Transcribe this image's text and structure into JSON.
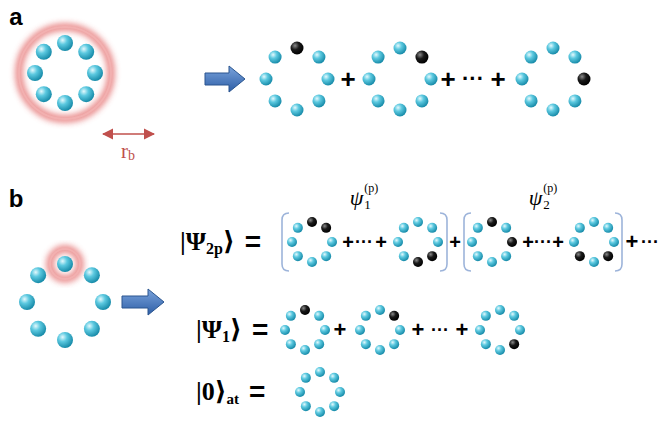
{
  "diagram": {
    "labels": [
      "a",
      "r",
      "b",
      "+",
      "+",
      "···",
      "+",
      "b",
      "|Ψ",
      "2p",
      "⟩",
      "=",
      "ψ",
      "1",
      "(p)",
      "+",
      "···",
      "+",
      "+",
      "ψ",
      "2",
      "(p)",
      "+",
      "···",
      "+",
      "+",
      "···",
      "|Ψ",
      "1",
      "⟩",
      "=",
      "+",
      "+",
      "···",
      "+",
      "|0⟩",
      "at",
      "="
    ]
  }
}
